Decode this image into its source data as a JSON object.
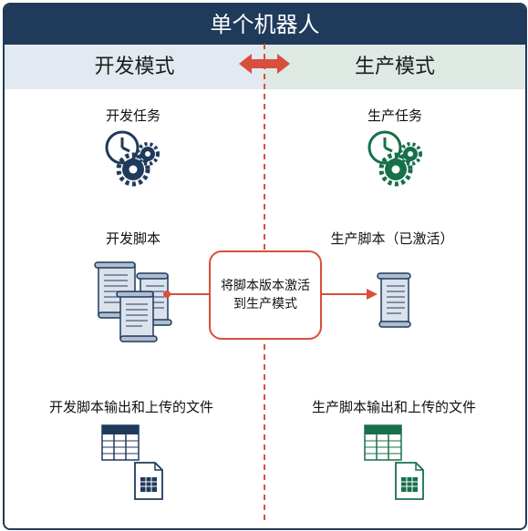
{
  "title": "单个机器人",
  "dev": {
    "header": "开发模式",
    "task_label": "开发任务",
    "script_label": "开发脚本",
    "output_label": "开发脚本输出和上传的文件"
  },
  "prod": {
    "header": "生产模式",
    "task_label": "生产任务",
    "script_label": "生产脚本（已激活）",
    "output_label": "生产脚本输出和上传的文件"
  },
  "center": {
    "line1": "将脚本版本激活",
    "line2": "到生产模式"
  },
  "colors": {
    "navy": "#1f3a5b",
    "green": "#17704a",
    "red": "#d84f3d",
    "dev_bg": "#e3e9f1",
    "prod_bg": "#dde9e2"
  }
}
